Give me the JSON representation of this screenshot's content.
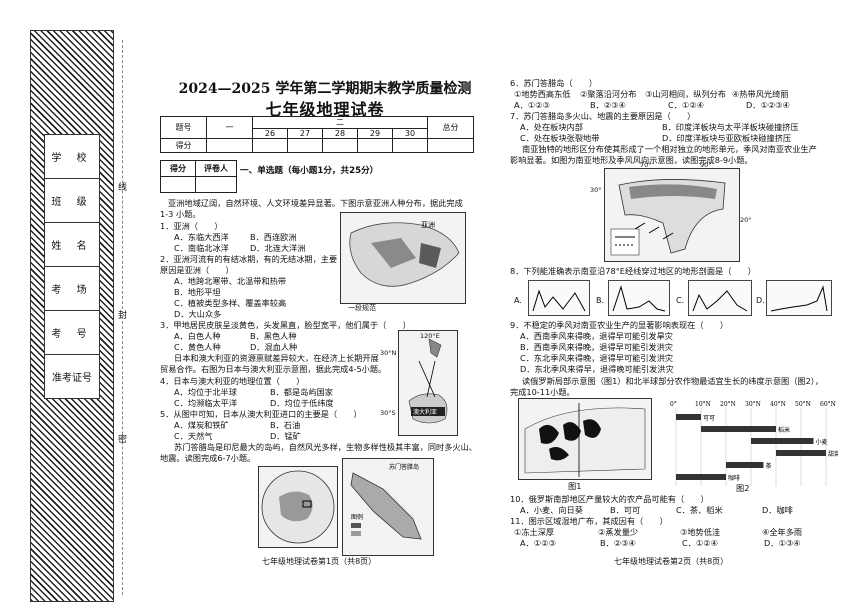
{
  "binding": {
    "fields": [
      "学 校",
      "班 级",
      "姓 名",
      "考 场",
      "考 号",
      "准考证号"
    ],
    "cut_marks": [
      "线",
      "封",
      "密"
    ]
  },
  "exam": {
    "title_line1": "2024—2025 学年第二学期期末教学质量检测",
    "title_line2": "七年级地理试卷"
  },
  "score_table": {
    "row1": [
      "题号",
      "一",
      "二",
      "总分"
    ],
    "subcols": [
      "26",
      "27",
      "28",
      "29",
      "30"
    ],
    "row3": [
      "得分"
    ]
  },
  "grader": {
    "score": "得分",
    "reviewer": "评卷人"
  },
  "section1": {
    "title": "一、单选题（每小题1分，共25分）"
  },
  "left": {
    "intro": [
      "亚洲地域辽阔，自然环境、人文环境差异显著。下图示意亚洲人种分布，据此完成",
      "1-3 小题。"
    ],
    "q1": [
      "1．亚洲（　　）",
      "A．东临大西洋",
      "B．西连欧洲",
      "C．南临北冰洋",
      "D．北连大洋洲"
    ],
    "q2": [
      "2．亚洲河流有的有结冰期，有的无结冰期，主要",
      "原因是亚洲（　　）",
      "A．地跨北寒带、北温带和热带",
      "B．地形平坦",
      "C．植被类型多样、覆盖率较高",
      "D．大山众多"
    ],
    "q3": [
      "3．甲地居民皮肤呈淡黄色，头发黑直，脸型宽平，他们属于（　　）",
      "A．白色人种",
      "B．黑色人种",
      "C．黄色人种",
      "D．混血人种"
    ],
    "intro2": [
      "日本和澳大利亚的资源禀赋差异较大，在经济上长期开展",
      "贸易合作。右图为日本与澳大利亚示意图，据此完成4-5小题。"
    ],
    "q4": [
      "4．日本与澳大利亚的地理位置（　　）",
      "A．均位于北半球",
      "B．都是岛屿国家",
      "C．均濒临太平洋",
      "D．均位于低纬度"
    ],
    "q5": [
      "5．从图中可知，日本从澳大利亚进口的主要是（　　）",
      "A．煤炭和铁矿",
      "B．石油",
      "C．天然气",
      "D．锰矿"
    ],
    "intro3": [
      "苏门答腊岛是印尼最大的岛屿，自然风光多样，生物多样性极其丰富，同时多火山、",
      "地震。读图完成6-7小题。"
    ],
    "map1_label": "亚洲",
    "map1_legend": "一段规范",
    "map2_label": "澳大利亚",
    "map2_lat": [
      "120°E",
      "30°N",
      "30°S"
    ],
    "map3_label": "苏门答腊岛",
    "map3_legend": "图例",
    "footer": "七年级地理试卷第1页（共8页）"
  },
  "right": {
    "q6": [
      "6．苏门答腊岛（　　）",
      "①地势西高东低",
      "②聚落沿河分布",
      "③山河相间，纵列分布",
      "④热带风光绮丽",
      "A．①②③",
      "B．②③④",
      "C．①②④",
      "D．①②③④"
    ],
    "q7": [
      "7．苏门答腊岛多火山、地震的主要原因是（　　）",
      "A．处在板块内部",
      "B．印度洋板块与太平洋板块碰撞挤压",
      "C．处在板块张裂地带",
      "D．印度洋板块与亚欧板块碰撞挤压"
    ],
    "intro8": [
      "南亚独特的地形区分布使其形成了一个相对独立的地形单元，季风对南亚农业生产",
      "影响显著。如图为南亚地形及季风风向示意图，读图完成8-9小题。"
    ],
    "map4_lat": [
      "30°",
      "70°",
      "90°",
      "20°"
    ],
    "q8": [
      "8．下列能准确表示南亚沿78°E经线穿过地区的地形剖面是（　　）"
    ],
    "q8_opts": [
      "A.",
      "B.",
      "C.",
      "D."
    ],
    "q9": [
      "9．不稳定的季风对南亚农业生产的显著影响表现在（　　）",
      "A．西南季风来得晚，退得早可能引发旱灾",
      "B．西南季风来得晚，退得早可能引发洪灾",
      "C．东北季风来得晚，退得早可能引发洪灾",
      "D．东北季风来得早，退得晚可能引发洪灾"
    ],
    "intro10": [
      "读俄罗斯局部示意图（图1）和北半球部分农作物最适宜生长的纬度示意图（图2），",
      "完成10-11小题。"
    ],
    "fig1": "图1",
    "fig2": "图2",
    "fig2_axis": [
      "0°",
      "10°N",
      "20°N",
      "30°N",
      "40°N",
      "50°N",
      "60°N"
    ],
    "fig2_crops": [
      "可可",
      "稻米",
      "小麦",
      "甜菜",
      "茶",
      "咖啡"
    ],
    "q10": [
      "10．俄罗斯南部地区产量较大的农产品可能有（　　）",
      "A．小麦、向日葵",
      "B．可可",
      "C．茶、稻米",
      "D．咖啡"
    ],
    "q11": [
      "11．图示区域湿地广布，其成因有（　　）",
      "①冻土深厚",
      "②蒸发量少",
      "③地势低洼",
      "④全年多雨",
      "A．①②③",
      "B．②③④",
      "C．①②④",
      "D．①③④"
    ],
    "footer": "七年级地理试卷第2页（共8页）"
  }
}
